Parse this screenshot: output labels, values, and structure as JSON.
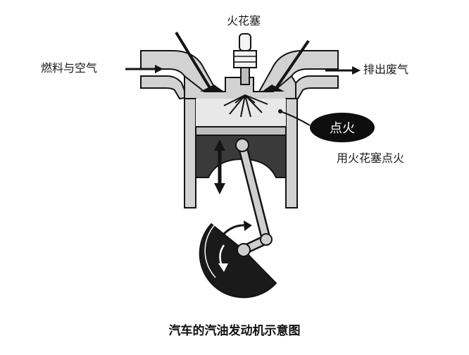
{
  "diagram": {
    "labels": {
      "spark_plug": "火花塞",
      "intake": "燃料与空气",
      "exhaust": "排出废气",
      "ignition": "点火",
      "spark_ignition": "用火花塞点火",
      "caption": "汽车的汽油发动机示意图"
    },
    "colors": {
      "wall_fill": "#d2d2d2",
      "piston_fill": "#3a3a3a",
      "piston_top": "#bdbdbd",
      "stroke": "#141414",
      "chamber": "#e8e8e8",
      "crank_fill": "#1a1a1a",
      "rod_fill": "#cfcfcf",
      "badge_fill": "#0e0e0e"
    }
  }
}
